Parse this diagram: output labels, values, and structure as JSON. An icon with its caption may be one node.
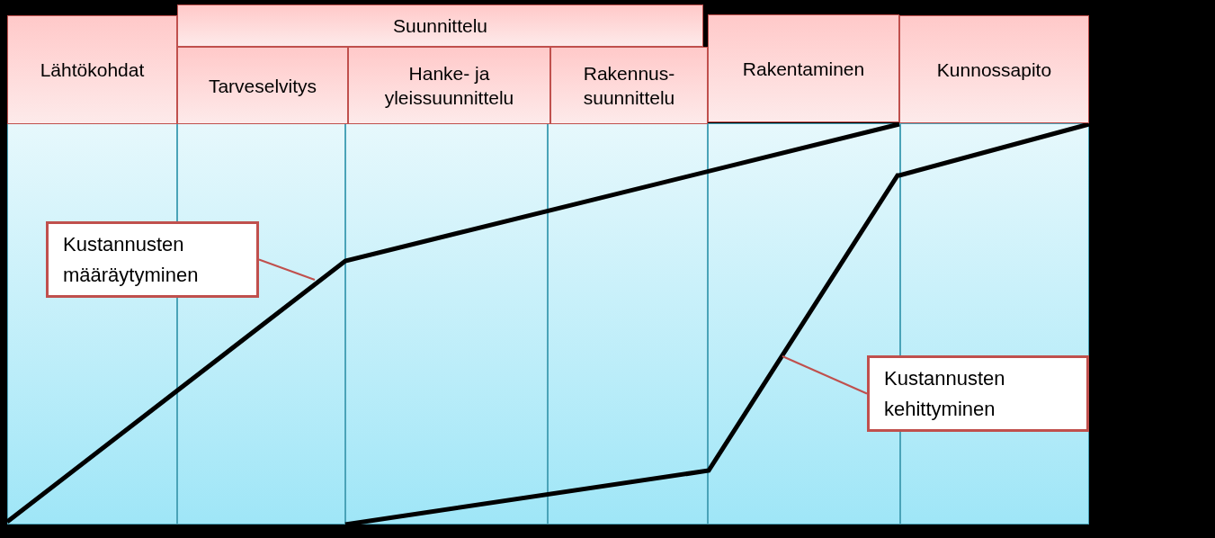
{
  "diagram": {
    "nodes": [
      {
        "text": [
          "Lähtökohdat"
        ]
      },
      {
        "text": [
          "Suunnittelu"
        ]
      },
      {
        "text": [
          "Tarveselvitys"
        ]
      },
      {
        "text": [
          "Hanke- ja yleissuunnittelu"
        ]
      },
      {
        "text": [
          "Rakennus-suunnittelu"
        ]
      },
      {
        "text": [
          "Rakentaminen"
        ]
      },
      {
        "text": [
          "Kunnossapito"
        ]
      },
      {
        "text": [
          "Kustannusten määräytyminen"
        ]
      },
      {
        "text": [
          "Kustannusten kehittyminen"
        ]
      }
    ],
    "edges": [
      {
        "from": 7,
        "to": null,
        "arrow": "none"
      },
      {
        "from": 8,
        "to": null,
        "arrow": "none"
      }
    ]
  }
}
